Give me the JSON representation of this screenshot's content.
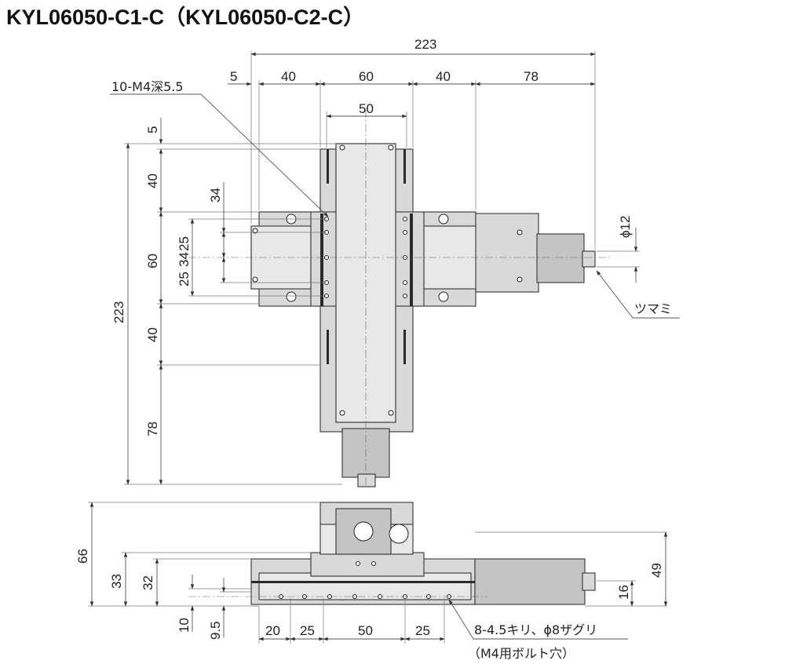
{
  "title": "KYL06050-C1-C（KYL06050-C2-C）",
  "top_view": {
    "dims_horizontal": [
      "223",
      "5",
      "40",
      "60",
      "40",
      "78",
      "50"
    ],
    "dims_vertical": [
      "5",
      "40",
      "60",
      "40",
      "78",
      "223",
      "34",
      "25",
      "25"
    ],
    "diameter": "ϕ12",
    "knob": "ツマミ",
    "tapped_holes": "10-M4深5.5"
  },
  "side_view": {
    "dims_vertical_left": [
      "66",
      "33",
      "32",
      "10",
      "9.5"
    ],
    "dims_vertical_right": [
      "49",
      "16"
    ],
    "dims_horizontal": [
      "20",
      "25",
      "50",
      "25"
    ],
    "hole_note": "8-4.5キリ、ϕ8ザグリ",
    "hole_note_sub": "（M4用ボルト穴）"
  },
  "colors": {
    "body": "#d9d9d9",
    "outline": "#333333",
    "dimension": "#555555"
  }
}
